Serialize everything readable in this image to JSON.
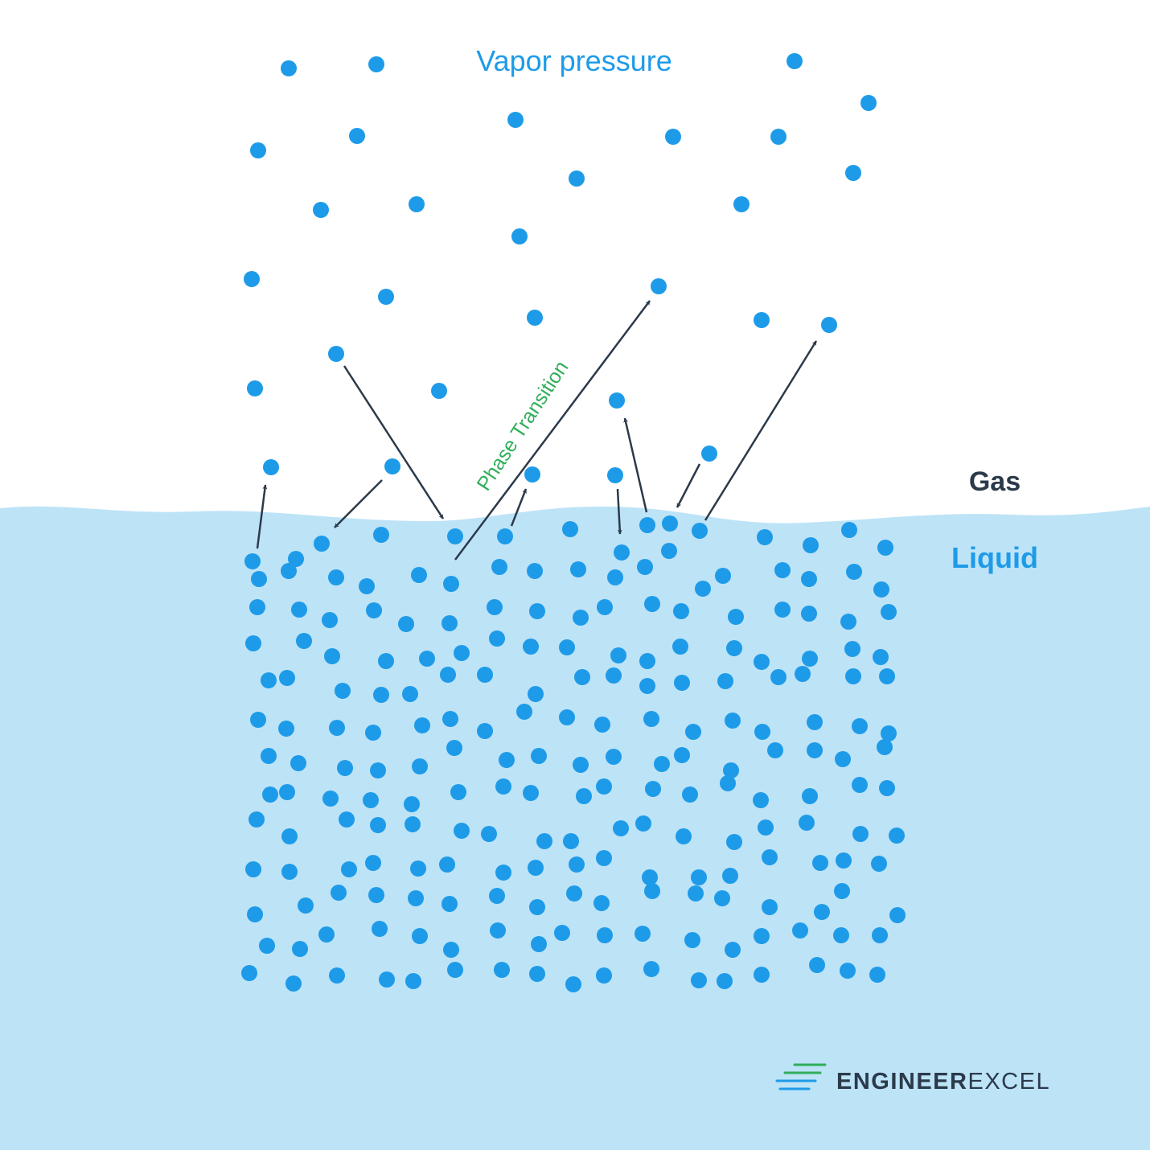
{
  "title": "Vapor pressure",
  "annotation": "Phase Transition",
  "region_labels": {
    "gas": "Gas",
    "liquid": "Liquid"
  },
  "logo": {
    "word_a": "ENGINEER",
    "word_b": "EXCEL"
  },
  "colors": {
    "background": "#ffffff",
    "liquid": "#bde3f7",
    "molecule": "#1e9be8",
    "arrow": "#2b3a4a",
    "title": "#1e9be8",
    "annotation": "#2fae5a",
    "gas_label": "#2b3a4a",
    "liquid_label": "#1e9be8",
    "logo_text": "#2b3a4a",
    "logo_mark_green": "#2fae5a",
    "logo_mark_blue": "#1e9be8"
  },
  "icons": {
    "logo_mark": "speed-lines-icon"
  }
}
